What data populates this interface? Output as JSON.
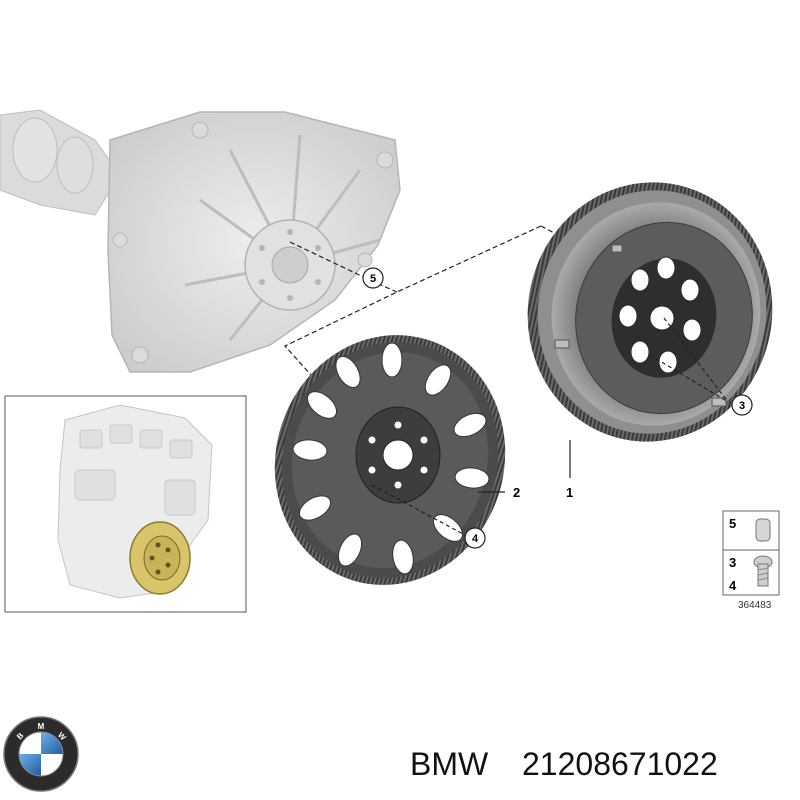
{
  "callouts": {
    "c1": "1",
    "c2": "2",
    "c3": "3",
    "c4": "4",
    "c5": "5"
  },
  "legend": {
    "row1": "5",
    "row2a": "3",
    "row2b": "4",
    "reference_code": "364483"
  },
  "footer": {
    "brand": "BMW",
    "part_number": "21208671022"
  },
  "colors": {
    "gear_dark": "#3a3a3a",
    "housing_gray": "#d0d0d0",
    "engine_gray": "#e2e2e2",
    "flywheel_yellow": "#d8c46a",
    "bmw_blue": "#2f6fb5"
  }
}
